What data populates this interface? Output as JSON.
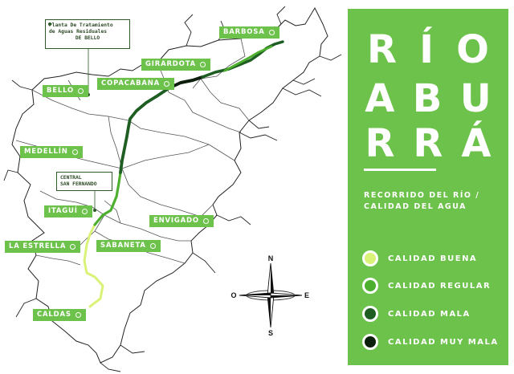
{
  "municipalities": [
    {
      "id": "barbosa",
      "label": "BARBOSA"
    },
    {
      "id": "girardota",
      "label": "GIRARDOTA"
    },
    {
      "id": "copacabana",
      "label": "COPACABANA"
    },
    {
      "id": "bello",
      "label": "BELLO"
    },
    {
      "id": "medellin",
      "label": "MEDELLÍN"
    },
    {
      "id": "itagui",
      "label": "ITAGUÍ"
    },
    {
      "id": "envigado",
      "label": "ENVIGADO"
    },
    {
      "id": "la-estrella",
      "label": "LA ESTRELLA"
    },
    {
      "id": "sabaneta",
      "label": "SABANETA"
    },
    {
      "id": "caldas",
      "label": "CALDAS"
    }
  ],
  "callouts": {
    "plant": "Planta De Tratamiento de Aguas Residuales DE BELLO",
    "plant_lines": [
      "Planta De Tratamiento",
      "de Aguas Residuales",
      "DE BELLO"
    ],
    "central": "CENTRAL SAN FERNANDO",
    "central_lines": [
      "CENTRAL",
      "SAN FERNANDO"
    ]
  },
  "panel": {
    "title_rows": [
      [
        "R",
        "Í",
        "O"
      ],
      [
        "A",
        "B",
        "U"
      ],
      [
        "R",
        "R",
        "Á"
      ]
    ],
    "subtitle_lines": [
      "RECORRIDO DEL RÍO /",
      "CALIDAD DEL AGUA"
    ]
  },
  "legend": [
    {
      "label": "CALIDAD BUENA",
      "color": "#d9f277"
    },
    {
      "label": "CALIDAD REGULAR",
      "color": "#4caf2e"
    },
    {
      "label": "CALIDAD MALA",
      "color": "#1f5e22"
    },
    {
      "label": "CALIDAD MUY MALA",
      "color": "#0b1f0c"
    }
  ],
  "compass": {
    "n": "N",
    "s": "S",
    "e": "E",
    "w": "O"
  },
  "colors": {
    "accent": "#6cc24a",
    "white": "#ffffff"
  }
}
